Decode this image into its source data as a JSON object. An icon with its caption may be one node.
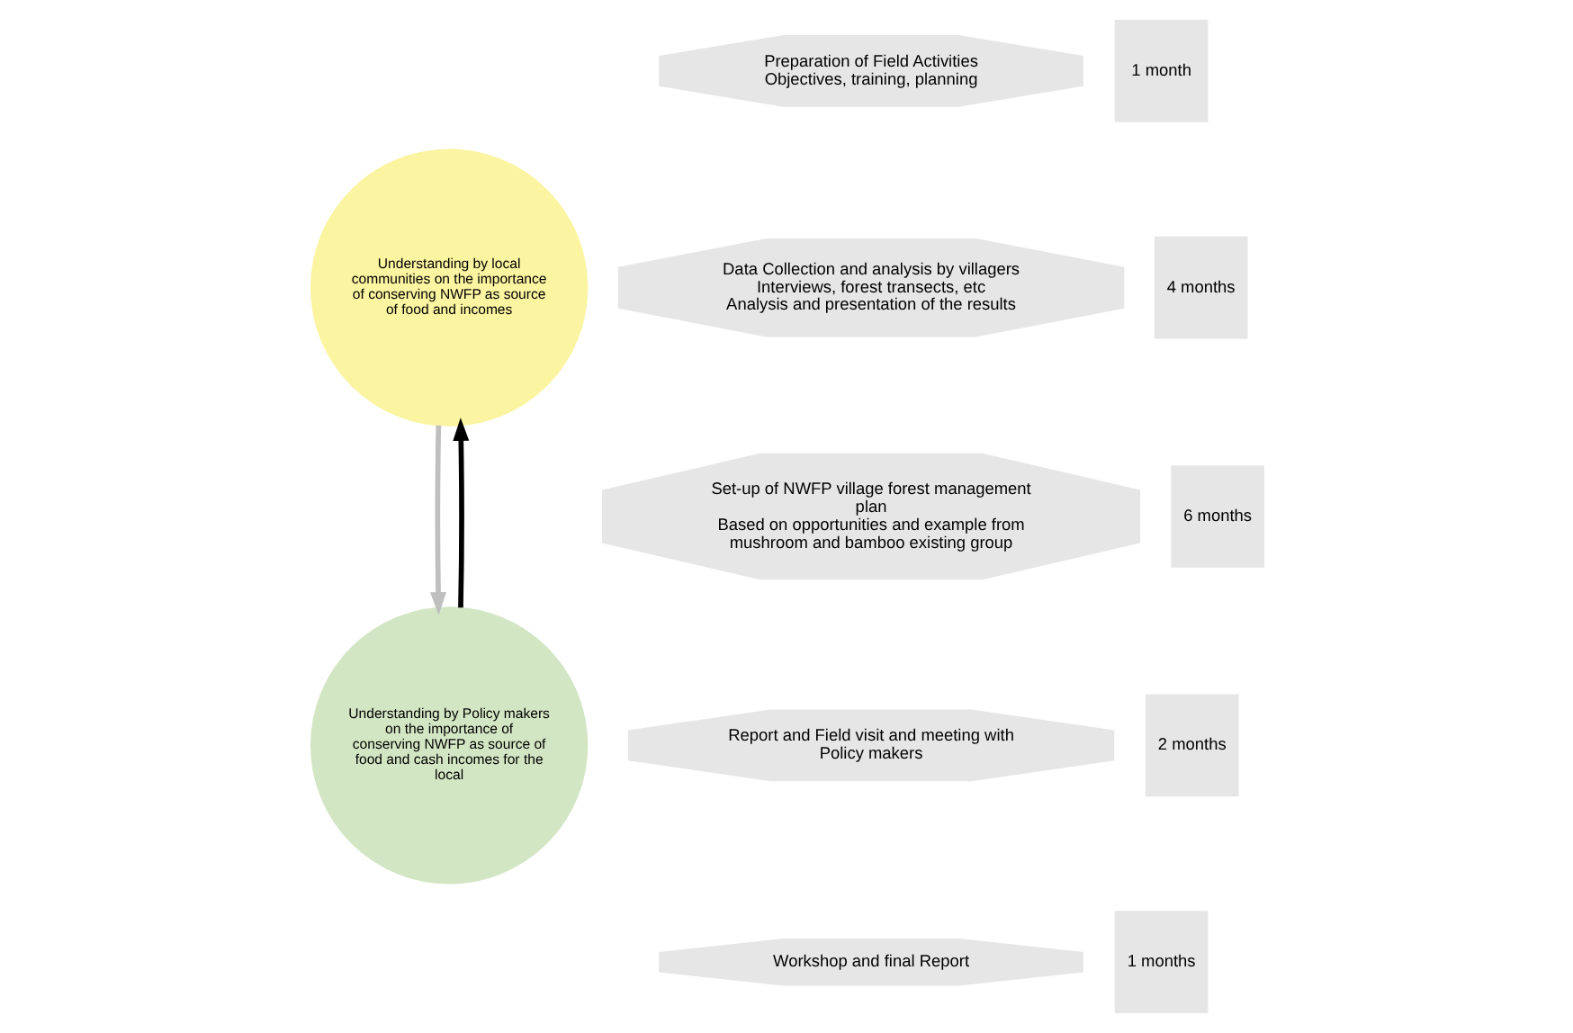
{
  "diagram": {
    "nodes": [
      {
        "text": [
          "Preparation of Field Activities",
          "Objectives, training, planning"
        ]
      },
      {
        "text": [
          "1 month"
        ]
      },
      {
        "text": [
          "Data Collection and analysis by villagers",
          "Interviews, forest transects, etc",
          "Analysis and presentation of the results"
        ]
      },
      {
        "text": [
          "4 months"
        ]
      },
      {
        "text": [
          "Set-up of NWFP village forest management plan",
          "Based on opportunities and example from mushroom and bamboo existing group"
        ]
      },
      {
        "text": [
          "6 months"
        ]
      },
      {
        "text": [
          "Report and Field visit and meeting with Policy makers"
        ]
      },
      {
        "text": [
          "2 months"
        ]
      },
      {
        "text": [
          "Workshop and final Report"
        ]
      },
      {
        "text": [
          "1 months"
        ]
      },
      {
        "text": [
          "Understanding by local communities on the importance of conserving NWFP as source of food and incomes"
        ]
      },
      {
        "text": [
          "Understanding by Policy makers on the importance of conserving NWFP as source of food and cash incomes for the local"
        ]
      }
    ],
    "edges": [
      {
        "from": 10,
        "to": 11,
        "arrow": "to",
        "color": "#bfbfbf"
      },
      {
        "from": 11,
        "to": 10,
        "arrow": "to",
        "color": "#000000"
      }
    ]
  }
}
